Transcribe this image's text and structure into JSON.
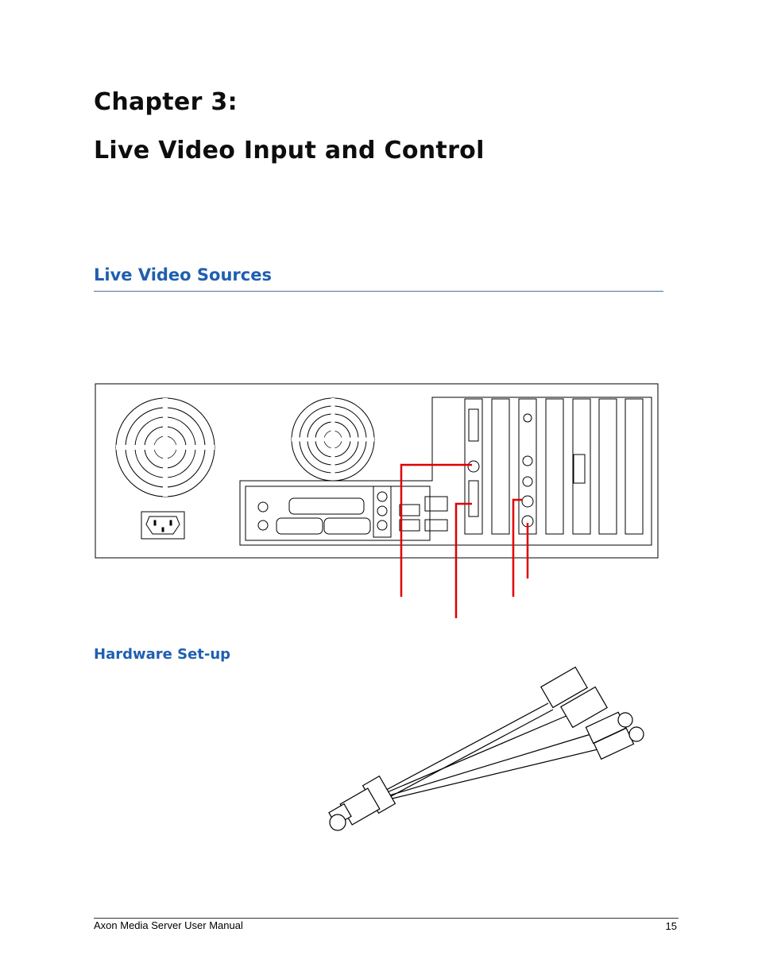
{
  "chapter": {
    "number_line": "Chapter 3:",
    "title": "Live Video Input and Control"
  },
  "sections": {
    "live_video_sources": "Live Video Sources",
    "hardware_setup": "Hardware Set-up"
  },
  "figures": {
    "back_panel": {
      "description_icon": "computer-back-panel-diagram",
      "callout_color": "#e00000"
    },
    "breakout_cable": {
      "description_icon": "breakout-cable-drawing"
    }
  },
  "footer": {
    "manual_title": "Axon Media Server User Manual",
    "page_number": "15"
  },
  "colors": {
    "heading_blue": "#1f5fb0",
    "callout_red": "#e00000"
  }
}
